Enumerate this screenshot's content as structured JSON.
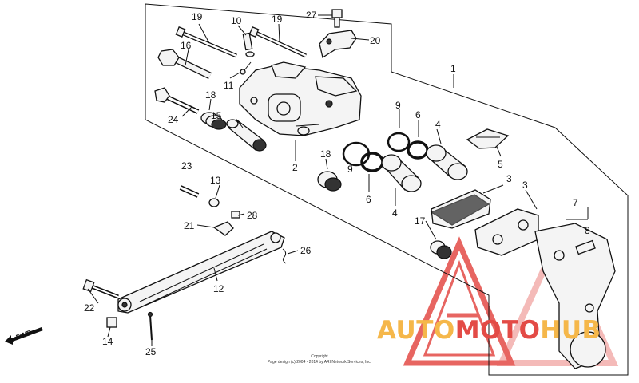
{
  "diagram": {
    "callouts": [
      {
        "id": "c1",
        "label": "1"
      },
      {
        "id": "c2",
        "label": "2"
      },
      {
        "id": "c3a",
        "label": "3"
      },
      {
        "id": "c3b",
        "label": "3"
      },
      {
        "id": "c4a",
        "label": "4"
      },
      {
        "id": "c4b",
        "label": "4"
      },
      {
        "id": "c5",
        "label": "5"
      },
      {
        "id": "c6a",
        "label": "6"
      },
      {
        "id": "c6b",
        "label": "6"
      },
      {
        "id": "c7",
        "label": "7"
      },
      {
        "id": "c8",
        "label": "8"
      },
      {
        "id": "c9a",
        "label": "9"
      },
      {
        "id": "c9b",
        "label": "9"
      },
      {
        "id": "c10",
        "label": "10"
      },
      {
        "id": "c11",
        "label": "11"
      },
      {
        "id": "c12",
        "label": "12"
      },
      {
        "id": "c13",
        "label": "13"
      },
      {
        "id": "c14",
        "label": "14"
      },
      {
        "id": "c15",
        "label": "15"
      },
      {
        "id": "c16",
        "label": "16"
      },
      {
        "id": "c17",
        "label": "17"
      },
      {
        "id": "c18a",
        "label": "18"
      },
      {
        "id": "c18b",
        "label": "18"
      },
      {
        "id": "c19a",
        "label": "19"
      },
      {
        "id": "c19b",
        "label": "19"
      },
      {
        "id": "c20",
        "label": "20"
      },
      {
        "id": "c21",
        "label": "21"
      },
      {
        "id": "c22",
        "label": "22"
      },
      {
        "id": "c23",
        "label": "23"
      },
      {
        "id": "c24",
        "label": "24"
      },
      {
        "id": "c25",
        "label": "25"
      },
      {
        "id": "c26",
        "label": "26"
      },
      {
        "id": "c27",
        "label": "27"
      },
      {
        "id": "c28",
        "label": "28"
      }
    ],
    "fwd_label": "FWD",
    "copyright_line1": "Copyright",
    "copyright_line2": "Page design (c) 2004 - 2014 by ARI Network Services, Inc."
  },
  "watermark": {
    "part1": "AUTO",
    "part2": "MOTO",
    "part3": "HUB",
    "colors": {
      "orange": "#f5b74a",
      "red": "#e34b46"
    }
  }
}
